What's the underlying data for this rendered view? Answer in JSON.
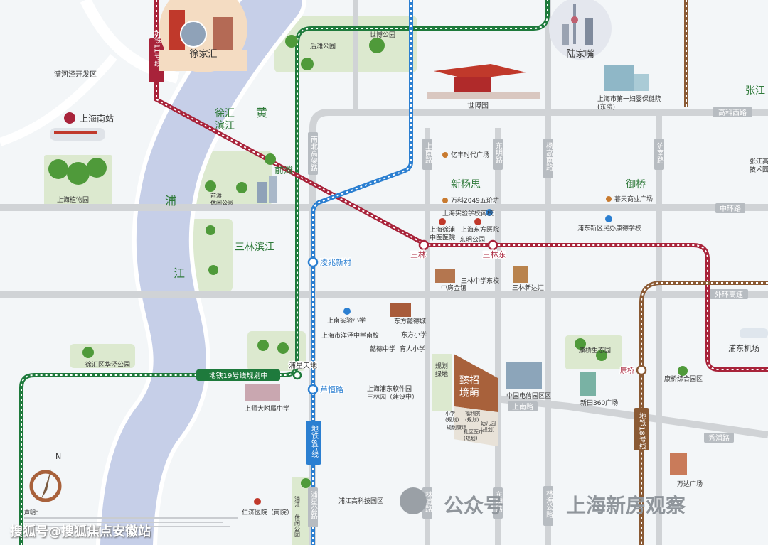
{
  "colors": {
    "background": "#f3f6f8",
    "river": "#c6cfe8",
    "river_edge": "#ffffff",
    "road": "#d0d3d6",
    "line11": "#a8233a",
    "line8": "#2b7fd1",
    "line19": "#1e7a3c",
    "line18": "#8a5a34",
    "park": "#dce9cf",
    "tree": "#4f9a3a",
    "project": "#a8613b"
  },
  "districts": {
    "xujiahui": "徐家汇",
    "lujiazui": "陆家嘴",
    "xinyangsi": "新杨思",
    "yuqiao": "御桥",
    "sanlin_binjiang": "三林滨江",
    "xuhui_binjiang": "徐汇\n滨江",
    "qiantan": "前滩",
    "zhangjiang": "张江",
    "caohejing": "漕河泾开发区"
  },
  "river_chars": [
    "黄",
    "浦",
    "江"
  ],
  "roads": {
    "gaoke_west": "高科西路",
    "zhonghuan": "中环路",
    "waihuan": "外环高速",
    "shangnan": "上南路",
    "xiupu": "秀浦路",
    "nanbei_gaojia": "南北高架路",
    "shangnan_v": "上南路",
    "dongming": "东明路",
    "yanggao_south": "杨高南路",
    "hunan": "沪南路",
    "linpu": "林浦路",
    "dongming_s": "东明路",
    "linhai": "林海公路",
    "puxing": "浦星公路"
  },
  "metro": {
    "line11": "地铁11号线",
    "line8": "地铁8号线",
    "line18": "地铁18号线",
    "line19": "地铁19号线规划中",
    "stations": {
      "sanlin": "三林",
      "sanlin_east": "三林东",
      "lingzhao": "凌兆新村",
      "luheng": "芦恒路",
      "puxing_sta": "浦星天地",
      "kangqiao": "康桥"
    }
  },
  "pois": {
    "shanghai_south": "上海南站",
    "botanical": "上海植物园",
    "houtan": "后滩公园",
    "shibo_park": "世博公园",
    "shibo_garden": "世博园",
    "maternity": "上海市第一妇婴保健院\n(东院)",
    "yifeng": "亿丰时代广场",
    "wanke": "万科2049五玠坊",
    "muntian": "暮天商业广场",
    "experimental_south": "上海实验学校南校",
    "dongfang_hosp": "上海东方医院",
    "xuhui_hosp": "上海徐浦\n中医医院",
    "dongming_park": "东明公园",
    "pudong_civil": "浦东新区民办康德学校",
    "zhongfang": "中房金谊",
    "sanlin_east_school": "三林中学东校",
    "sanlin_xinda": "三林新达汇",
    "shangnan_primary": "上南实验小学",
    "yangjing_middle": "上海市洋泾中学南校",
    "dongfang_yuede": "东方懿德城",
    "dongfang_primary": "东方小学",
    "yude_middle": "懿德中学",
    "yuren_primary": "育人小学",
    "huajing_park": "徐汇区华泾公园",
    "shida_fuzhong": "上师大附属中学",
    "software_park": "上海浦东软件园\n三林园（建设中）",
    "green_plan": "规划\n绿地",
    "project_name": "臻招\n境萌",
    "primary_plan": "小学\n(规划)",
    "welfare_plan": "福利院\n(规划)",
    "kindergarten_plan": "幼儿园\n(规划)",
    "sports_plan": "规划康场",
    "community_med": "社区医疗\n(规划)",
    "telecom_park": "中国电信园区区",
    "kangqiao_eco": "康桥生态园",
    "xintian360": "新田360广场",
    "kangqiao_park": "康桥综合园区",
    "wanda": "万达广场",
    "pujiang_tech": "浦江高科技园区",
    "renji": "仁济医院（南院）",
    "pudong_airport": "浦东机场",
    "zhangjiang_tech": "张江高\n技术园",
    "qiantan_park": "前滩\n休闲公园",
    "pujiang_park": "浦江\n休闲公园"
  },
  "compass": "N",
  "disclaimer_title": "声明：",
  "footer": {
    "watermark_left": "搜狐号@搜狐焦点安徽站",
    "wechat_label": "公众号",
    "watermark_right": "上海新房观察"
  }
}
